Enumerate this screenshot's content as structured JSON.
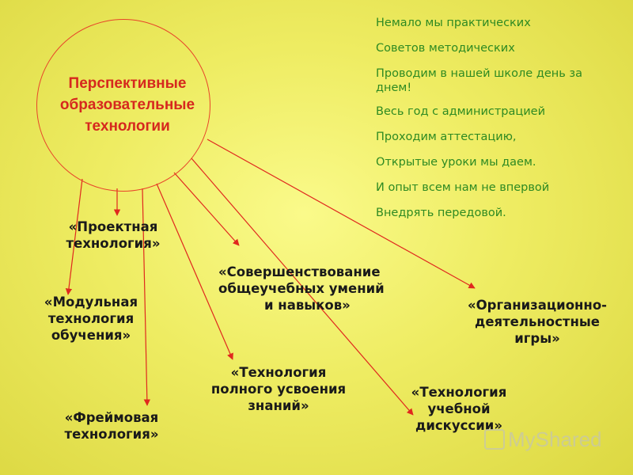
{
  "hub": {
    "lines": [
      "Перспективные",
      "образовательные",
      "технологии"
    ],
    "border_color": "#e8442a",
    "text_color": "#d6281e"
  },
  "poem": [
    [
      "Немало мы практических"
    ],
    [
      "Советов методических"
    ],
    [
      "Проводим в нашей школе день за",
      "днем!"
    ],
    [
      "Весь год с администрацией"
    ],
    [
      "Проходим аттестацию,"
    ],
    [
      "Открытые уроки мы даем."
    ],
    [
      "И опыт всем нам не впервой"
    ],
    [
      "Внедрять передовой."
    ]
  ],
  "nodes": [
    {
      "id": "project",
      "lines": [
        "«Проектная",
        "технология»"
      ]
    },
    {
      "id": "modular",
      "lines": [
        "«Модульная",
        "технология",
        "обучения»"
      ]
    },
    {
      "id": "frame",
      "lines": [
        "«Фреймовая",
        "технология»"
      ]
    },
    {
      "id": "skills",
      "lines": [
        "«Совершенствование",
        "общеучебных умений",
        "и навыков»"
      ]
    },
    {
      "id": "full-mastery",
      "lines": [
        "«Технология",
        "полного усвоения",
        "знаний»"
      ]
    },
    {
      "id": "discussion",
      "lines": [
        "«Технология",
        "учебной",
        "дискуссии»"
      ]
    },
    {
      "id": "games",
      "lines": [
        "«Организационно-",
        "деятельностные",
        "игры»"
      ]
    }
  ],
  "colors": {
    "arrow": "#e0281e",
    "poem_text": "#2e8a22",
    "node_text": "#1a1a1a"
  },
  "watermark": "MyShared"
}
